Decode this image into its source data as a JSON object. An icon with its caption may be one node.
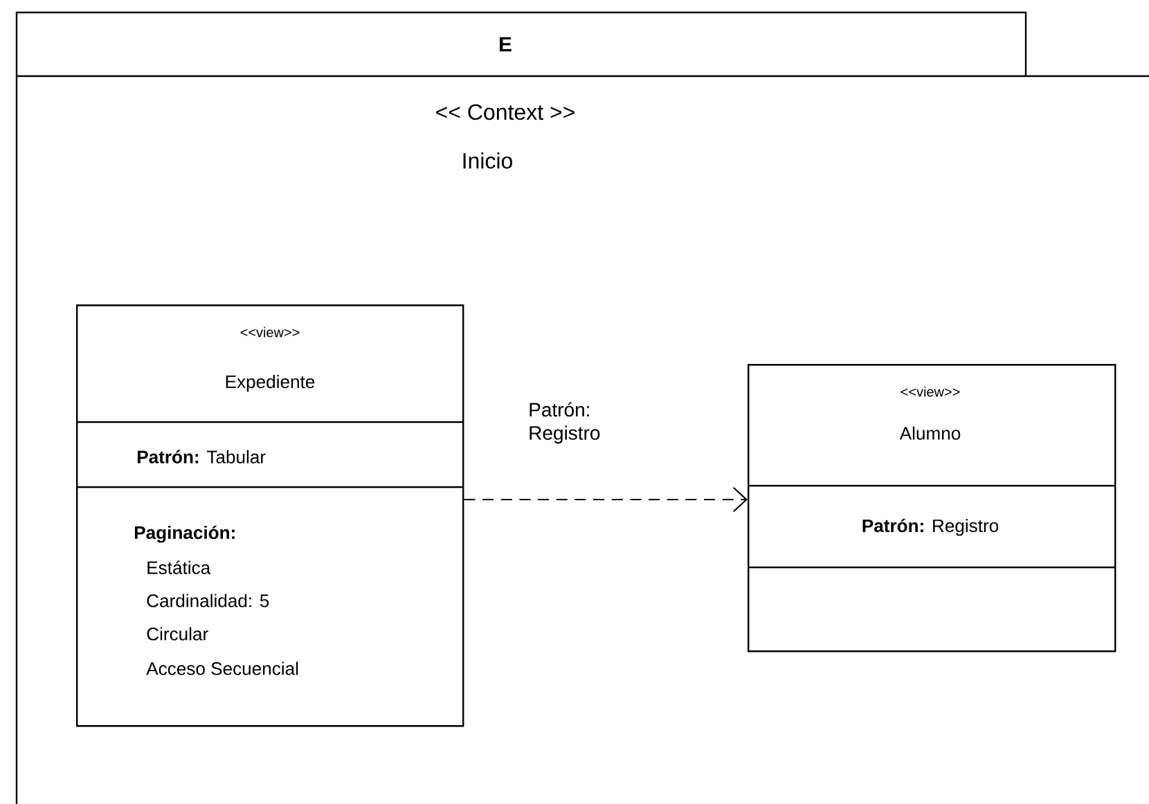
{
  "diagram": {
    "nodes": [
      {
        "text": [
          "E",
          "<< Context >>",
          "Inicio"
        ]
      },
      {
        "text": [
          "<<view>>",
          "Expediente",
          "**Patrón:** Tabular",
          "Paginación:",
          "Estática",
          "Cardinalidad: 5",
          "Circular",
          "Acceso Secuencial"
        ],
        "in": 0
      },
      {
        "text": [
          "<<view>>",
          "Alumno",
          "**Patrón:** Registro"
        ],
        "in": 0
      }
    ],
    "edges": [
      {
        "from": 1,
        "to": 2,
        "arrow": "to",
        "style": "dashed",
        "label": "Patrón: Registro"
      }
    ]
  }
}
